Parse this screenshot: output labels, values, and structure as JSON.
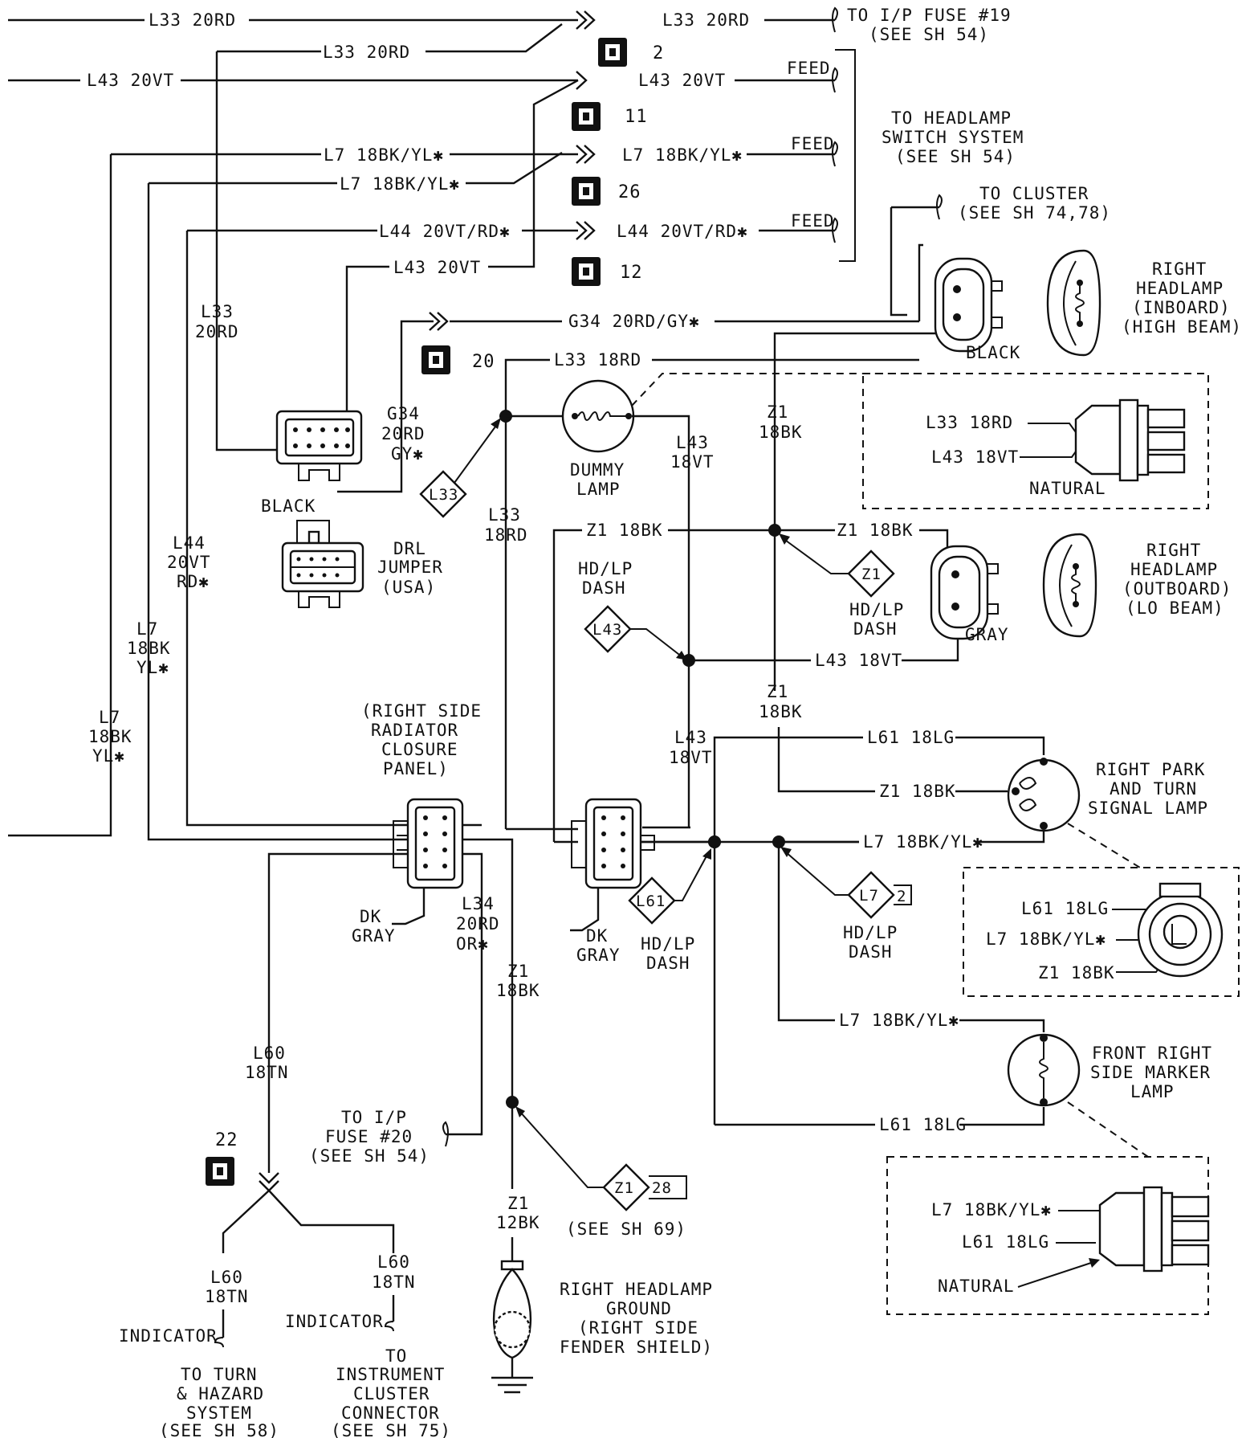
{
  "wires": {
    "top_l33_left": "L33 20RD",
    "top_l33_right": "L33 20RD",
    "l33_second": "L33 20RD",
    "l43_left": "L43 20VT",
    "l43_right": "L43 20VT",
    "l7_a": "L7 18BK/YL✱",
    "l7_b": "L7 18BK/YL✱",
    "l7_right": "L7 18BK/YL✱",
    "l44_left": "L44 20VT/RD✱",
    "l44_right": "L44 20VT/RD✱",
    "l43_lower": "L43 20VT",
    "g34": "G34 20RD/GY✱",
    "l33_18rd": "L33 18RD",
    "z1_18bk_mid": "Z1 18BK",
    "z1_18bk_right": "Z1 18BK",
    "l43_18vt_right": "L43 18VT",
    "l61_18lg_top": "L61 18LG",
    "z1_18bk_park": "Z1 18BK",
    "l7_18bk_park": "L7 18BK/YL✱",
    "l7_18bk_marker": "L7 18BK/YL✱",
    "l61_18lg_marker": "L61 18LG"
  },
  "vertical_labels": {
    "l33_20rd": [
      "L33",
      "20RD"
    ],
    "g34_20rd": [
      "G34",
      "20RD",
      "GY✱"
    ],
    "l44_20vt": [
      "L44",
      "20VT",
      "RD✱"
    ],
    "l7_18bk_a": [
      "L7",
      "18BK",
      "YL✱"
    ],
    "l7_18bk_b": [
      "L7",
      "18BK",
      "YL✱"
    ],
    "l33_18rd": [
      "L33",
      "18RD"
    ],
    "l43_18vt_a": [
      "L43",
      "18VT"
    ],
    "l43_18vt_b": [
      "L43",
      "18VT"
    ],
    "z1_18bk_a": [
      "Z1",
      "18BK"
    ],
    "z1_18bk_b": [
      "Z1",
      "18BK"
    ],
    "l34_20rd": [
      "L34",
      "20RD",
      "OR✱"
    ],
    "z1_18bk_c": [
      "Z1",
      "18BK"
    ],
    "z1_12bk": [
      "Z1",
      "12BK"
    ],
    "l60_18tn_a": [
      "L60",
      "18TN"
    ],
    "l60_18tn_b": [
      "L60",
      "18TN"
    ],
    "l60_18tn_c": [
      "L60",
      "18TN"
    ]
  },
  "feed_labels": [
    "FEED",
    "FEED",
    "FEED"
  ],
  "destinations": {
    "ip_fuse19": [
      "TO I/P FUSE #19",
      "(SEE SH 54)"
    ],
    "headlamp_switch": [
      "TO HEADLAMP",
      "SWITCH SYSTEM",
      "(SEE SH 54)"
    ],
    "cluster": [
      "TO CLUSTER",
      "(SEE SH 74,78)"
    ],
    "ip_fuse20": [
      "TO I/P",
      "FUSE #20",
      "(SEE SH 54)"
    ],
    "turn_hazard": [
      "TO TURN",
      "& HAZARD",
      "SYSTEM",
      "(SEE SH 58)"
    ],
    "instrument_cluster": [
      "TO",
      "INSTRUMENT",
      "CLUSTER",
      "CONNECTOR",
      "(SEE SH 75)"
    ],
    "see_sh69": "(SEE SH 69)"
  },
  "components": {
    "right_headlamp_inboard": [
      "RIGHT",
      "HEADLAMP",
      "(INBOARD)",
      "(HIGH BEAM)"
    ],
    "right_headlamp_outboard": [
      "RIGHT",
      "HEADLAMP",
      "(OUTBOARD)",
      "(LO BEAM)"
    ],
    "right_park_turn": [
      "RIGHT PARK",
      "AND TURN",
      "SIGNAL LAMP"
    ],
    "front_right_marker": [
      "FRONT RIGHT",
      "SIDE MARKER",
      "LAMP"
    ],
    "dummy_lamp": [
      "DUMMY",
      "LAMP"
    ],
    "drl_jumper": [
      "DRL",
      "JUMPER",
      "(USA)"
    ],
    "radiator_panel": [
      "(RIGHT SIDE",
      "RADIATOR",
      "CLOSURE",
      "PANEL)"
    ],
    "headlamp_ground": [
      "RIGHT HEADLAMP",
      "GROUND",
      "(RIGHT SIDE",
      "FENDER SHIELD)"
    ]
  },
  "connector_colors": {
    "black_top": "BLACK",
    "black_left": "BLACK",
    "gray": "GRAY",
    "natural_1": "NATURAL",
    "natural_2": "NATURAL",
    "dk_gray_a": [
      "DK",
      "GRAY"
    ],
    "dk_gray_b": [
      "DK",
      "GRAY"
    ]
  },
  "splice_labels": {
    "hd_lp_dash_a": [
      "HD/LP",
      "DASH"
    ],
    "hd_lp_dash_b": [
      "HD/LP",
      "DASH"
    ],
    "hd_lp_dash_c": [
      "HD/LP",
      "DASH"
    ],
    "hd_lp_dash_d": [
      "HD/LP",
      "DASH"
    ],
    "indicator_a": "INDICATOR",
    "indicator_b": "INDICATOR"
  },
  "diamonds": {
    "l33": "L33",
    "z1_top": "Z1",
    "l43": "L43",
    "l61": "L61",
    "l7": "L7",
    "l7_num": "2",
    "z1_bottom": "Z1",
    "z1_num": "28"
  },
  "sheet_refs": [
    "2",
    "11",
    "26",
    "12",
    "20",
    "22"
  ],
  "inset_wires": {
    "a_l33": "L33 18RD",
    "a_l43": "L43 18VT",
    "b_l61": "L61 18LG",
    "b_l7": "L7 18BK/YL✱",
    "b_z1": "Z1 18BK",
    "c_l7": "L7 18BK/YL✱",
    "c_l61": "L61 18LG"
  }
}
